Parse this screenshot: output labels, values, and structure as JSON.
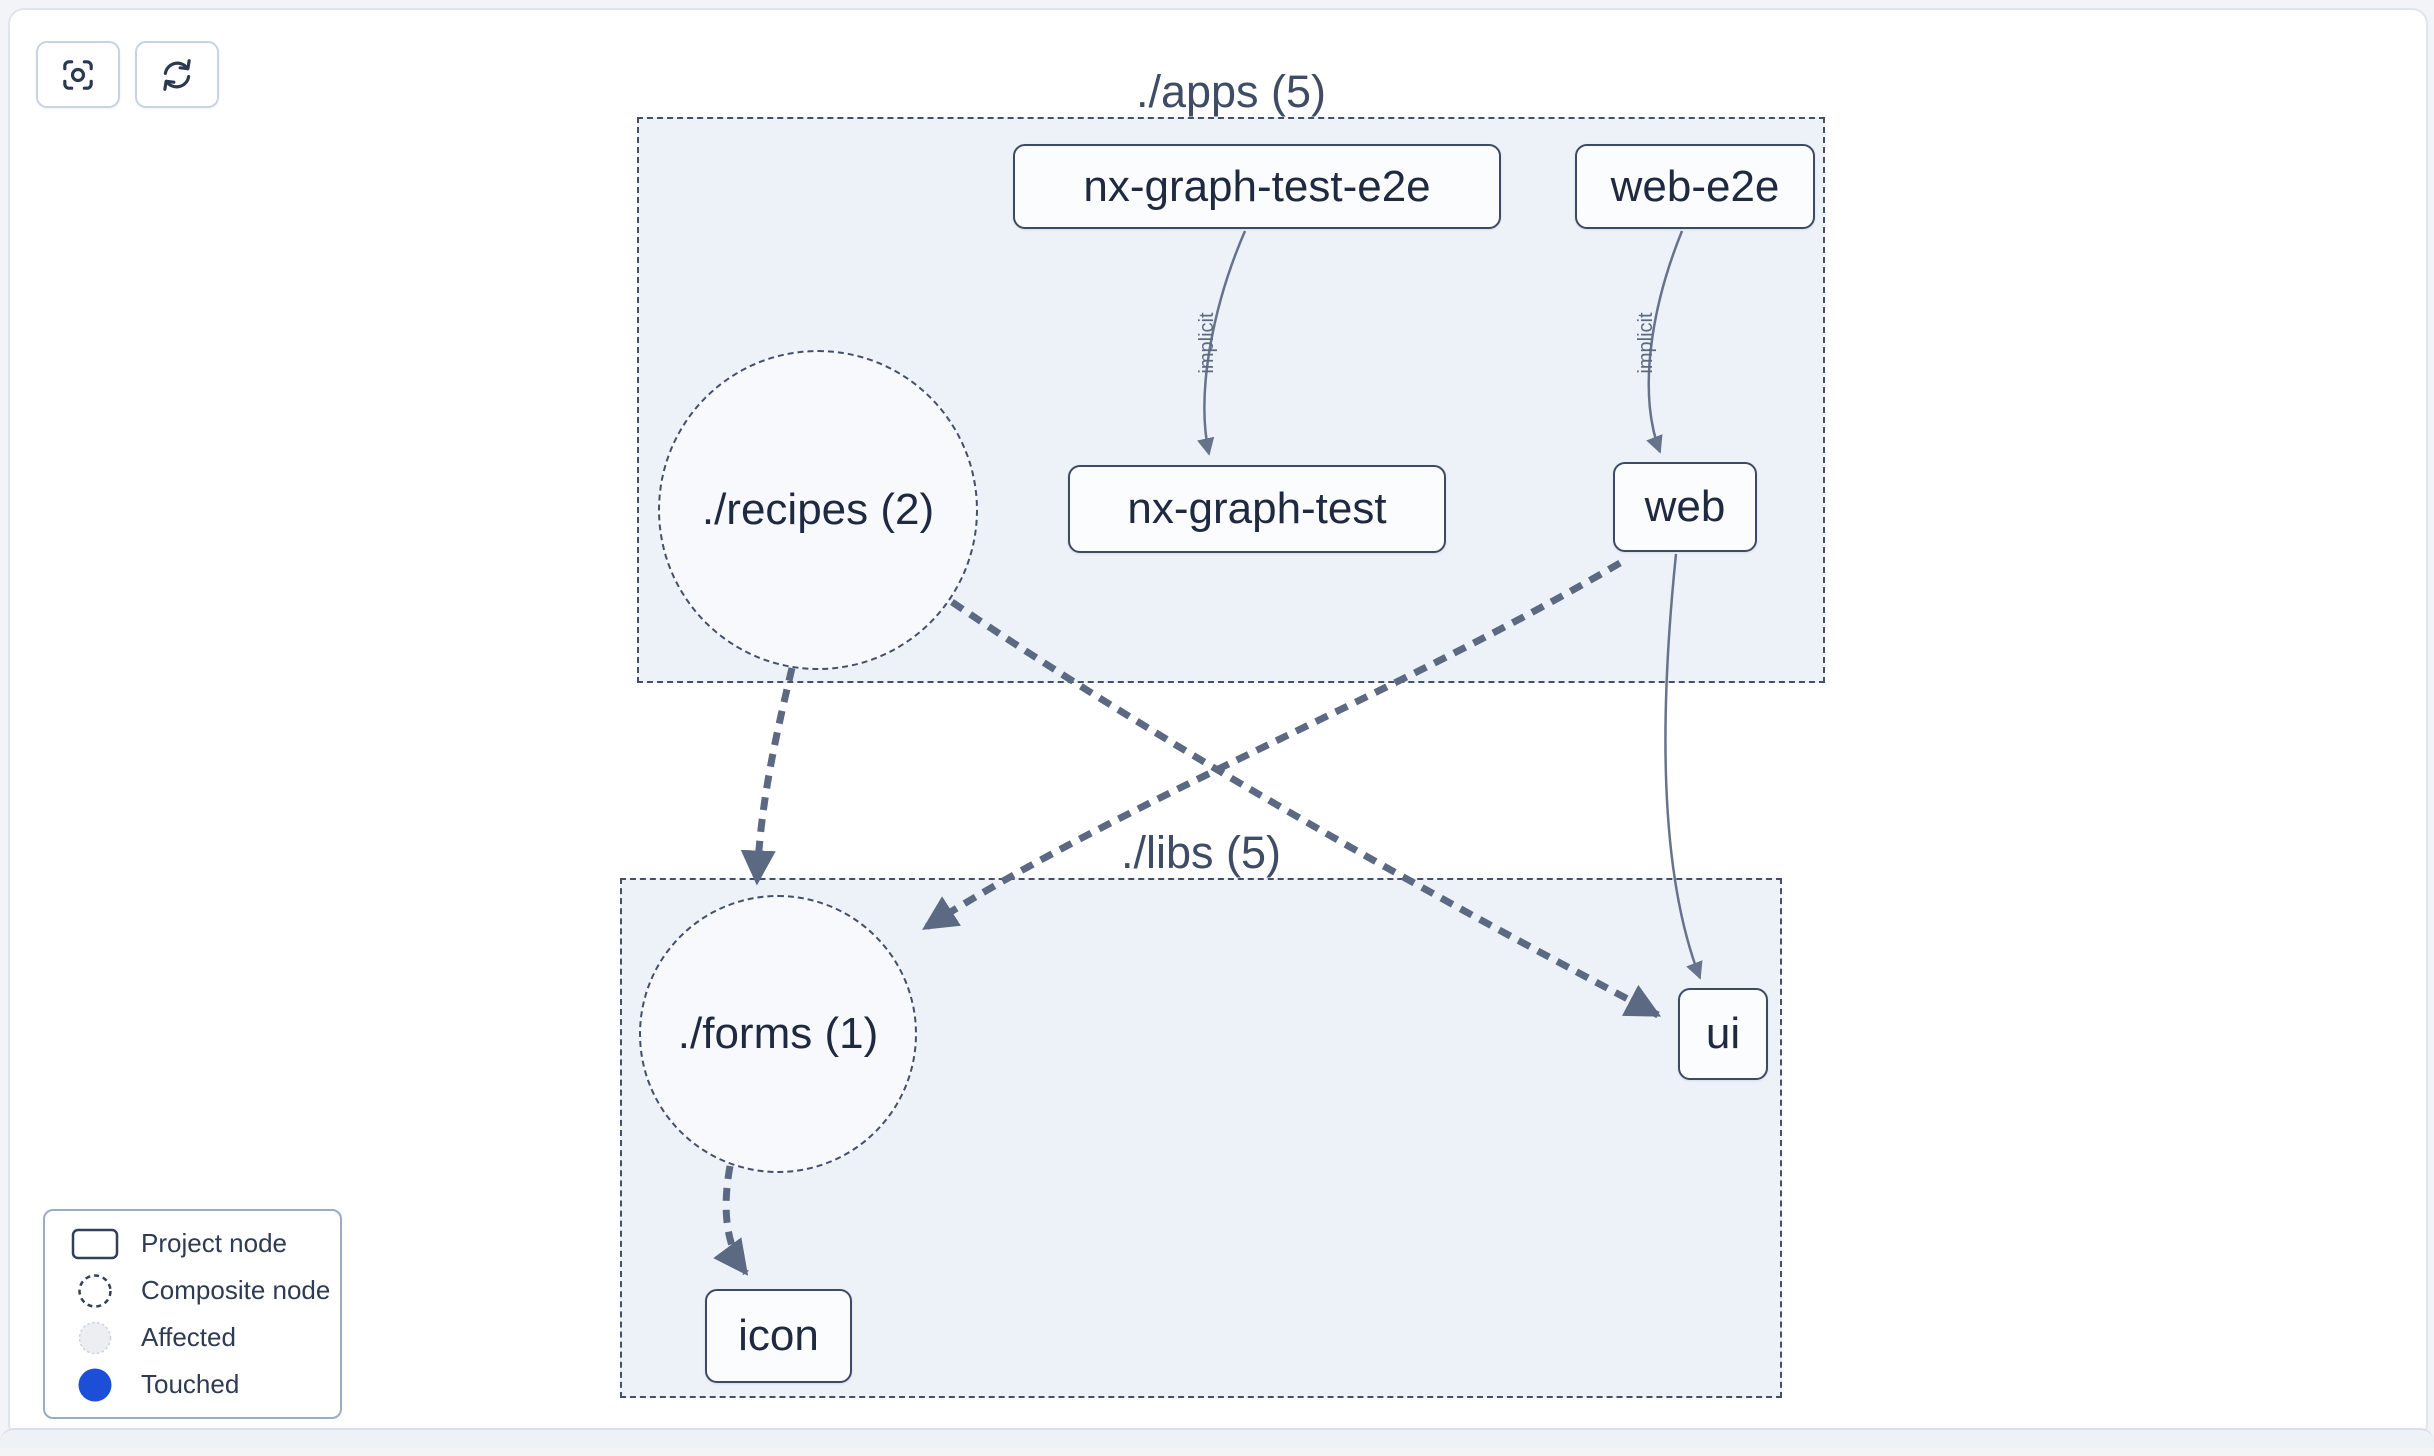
{
  "toolbar": {
    "buttons": [
      {
        "name": "center-graph",
        "icon": "focus-icon"
      },
      {
        "name": "refresh-graph",
        "icon": "refresh-icon"
      }
    ]
  },
  "groups": {
    "apps": {
      "label": "./apps (5)"
    },
    "libs": {
      "label": "./libs (5)"
    }
  },
  "nodes": {
    "nx_graph_test_e2e": {
      "label": "nx-graph-test-e2e",
      "type": "project"
    },
    "web_e2e": {
      "label": "web-e2e",
      "type": "project"
    },
    "recipes": {
      "label": "./recipes (2)",
      "type": "composite"
    },
    "nx_graph_test": {
      "label": "nx-graph-test",
      "type": "project"
    },
    "web": {
      "label": "web",
      "type": "project"
    },
    "forms": {
      "label": "./forms (1)",
      "type": "composite"
    },
    "ui": {
      "label": "ui",
      "type": "project"
    },
    "icon": {
      "label": "icon",
      "type": "project"
    }
  },
  "edges": {
    "implicit_label": "implicit",
    "list": [
      {
        "from": "nx-graph-test-e2e",
        "to": "nx-graph-test",
        "label": "implicit",
        "style": "solid"
      },
      {
        "from": "web-e2e",
        "to": "web",
        "label": "implicit",
        "style": "solid"
      },
      {
        "from": "web",
        "to": "ui",
        "style": "solid"
      },
      {
        "from": "./recipes",
        "to": "./forms",
        "style": "dashed"
      },
      {
        "from": "./recipes",
        "to": "ui",
        "style": "dashed"
      },
      {
        "from": "web",
        "to": "./forms",
        "style": "dashed"
      },
      {
        "from": "./forms",
        "to": "icon",
        "style": "dashed"
      }
    ]
  },
  "legend": {
    "items": [
      {
        "label": "Project node",
        "swatch": "project"
      },
      {
        "label": "Composite node",
        "swatch": "composite"
      },
      {
        "label": "Affected",
        "swatch": "affected"
      },
      {
        "label": "Touched",
        "swatch": "touched"
      }
    ]
  },
  "colors": {
    "touched_blue": "#1d4ed8",
    "affected_fill": "#eceef2",
    "affected_border": "#ccd2dc",
    "group_fill": "#edf1f8",
    "edge": "#5b6a82",
    "node_border": "#3d4a63"
  }
}
